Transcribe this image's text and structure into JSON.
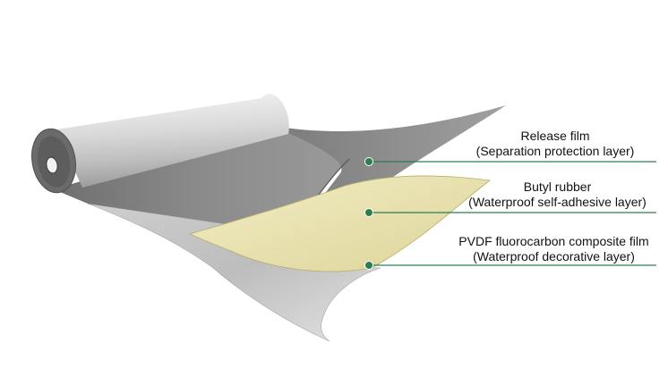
{
  "colors": {
    "leader_line": "#2e7d4f",
    "release_film": "#8a8a8a",
    "butyl_rubber": "#e8e0a8",
    "pvdf_film": "#b9b9b9"
  },
  "layers": [
    {
      "name": "Release film",
      "desc": "(Separation protection layer)"
    },
    {
      "name": "Butyl rubber",
      "desc": "(Waterproof self-adhesive layer)"
    },
    {
      "name": "PVDF fluorocarbon composite film",
      "desc": "(Waterproof decorative layer)"
    }
  ]
}
